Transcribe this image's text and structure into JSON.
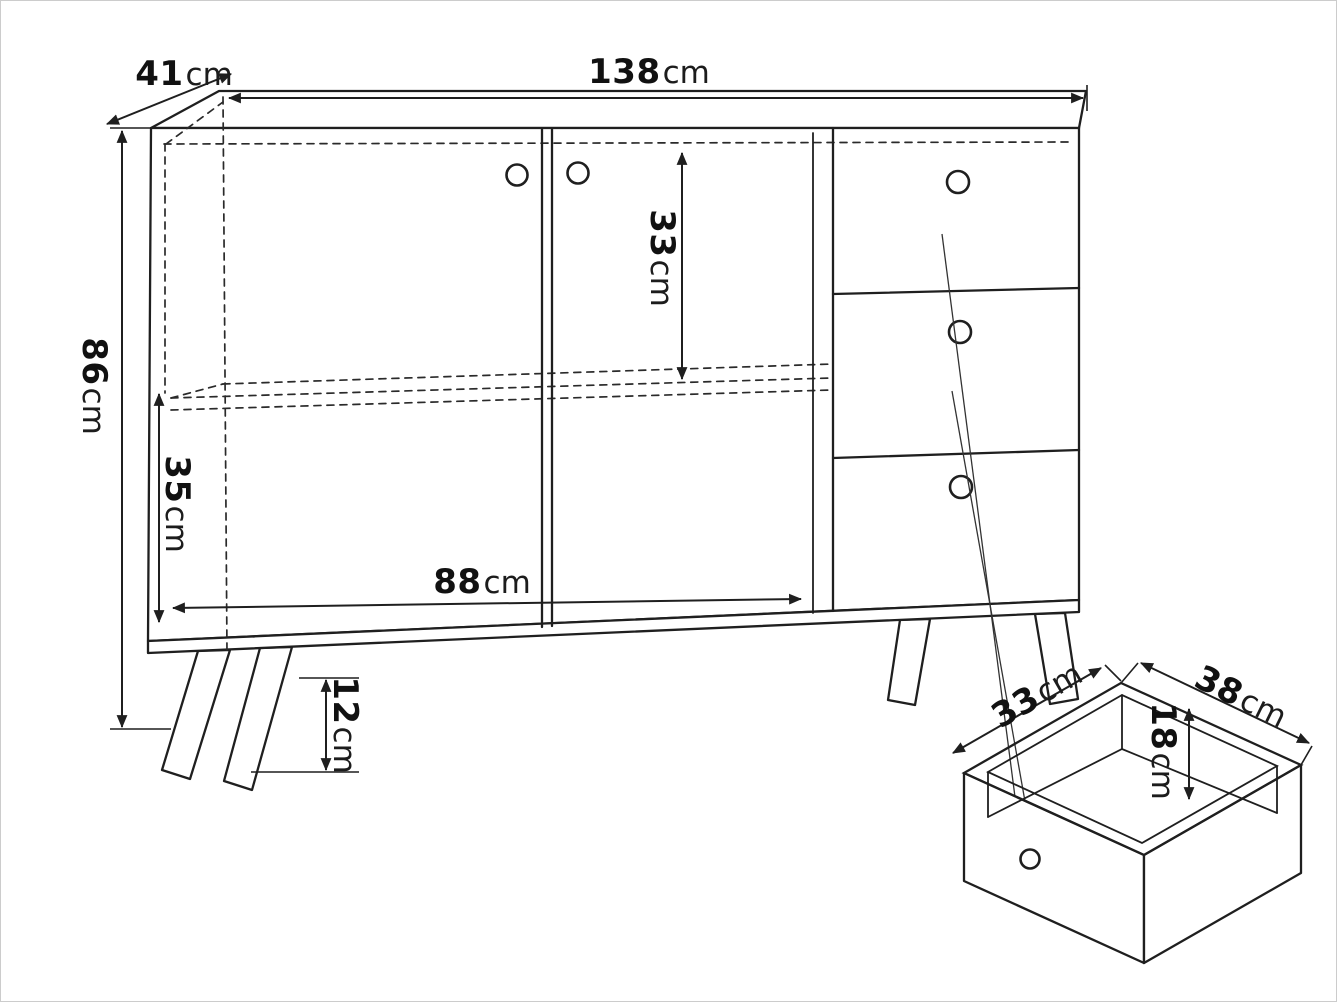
{
  "page": {
    "background": "#ffffff",
    "line_color": "#1f1f1f",
    "subject": "sideboard dimension diagram with pulled-out drawer detail"
  },
  "labels": {
    "width": {
      "value": "138",
      "unit": "cm"
    },
    "depth": {
      "value": "41",
      "unit": "cm"
    },
    "height": {
      "value": "86",
      "unit": "cm"
    },
    "top_section_height": {
      "value": "33",
      "unit": "cm"
    },
    "bottom_section_height": {
      "value": "35",
      "unit": "cm"
    },
    "interior_width": {
      "value": "88",
      "unit": "cm"
    },
    "leg_height": {
      "value": "12",
      "unit": "cm"
    },
    "drawer_width": {
      "value": "33",
      "unit": "cm"
    },
    "drawer_depth": {
      "value": "38",
      "unit": "cm"
    },
    "drawer_height": {
      "value": "18",
      "unit": "cm"
    }
  }
}
